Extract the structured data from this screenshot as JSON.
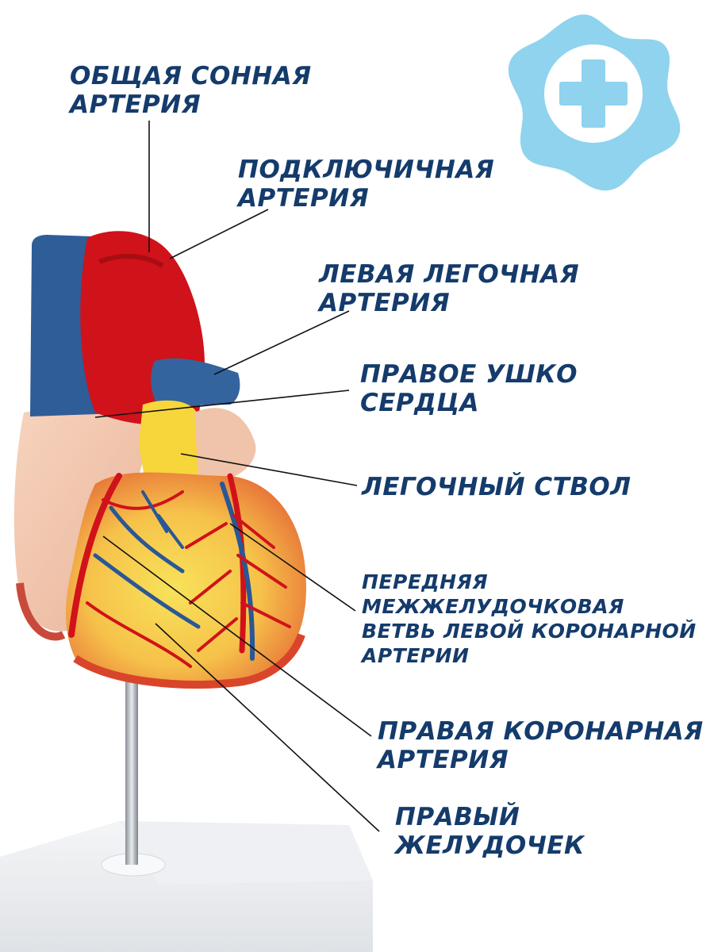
{
  "labels": {
    "carotid": "ОБЩАЯ СОННАЯ\nАРТЕРИЯ",
    "subclavian": "ПОДКЛЮЧИЧНАЯ\nАРТЕРИЯ",
    "left_pulmonary": "ЛЕВАЯ ЛЕГОЧНАЯ\nАРТЕРИЯ",
    "right_auricle": "ПРАВОЕ УШКО\nСЕРДЦА",
    "pulmonary_trunk": "ЛЕГОЧНЫЙ СТВОЛ",
    "lad": "ПЕРЕДНЯЯ\nМЕЖЖЕЛУДОЧКОВАЯ\nВЕТВЬ ЛЕВОЙ КОРОНАРНОЙ\nАРТЕРИИ",
    "rca": "ПРАВАЯ КОРОНАРНАЯ\nАРТЕРИЯ",
    "right_ventricle": "ПРАВЫЙ\nЖЕЛУДОЧЕК"
  },
  "icons": {
    "badge": "medical-plus-icon"
  },
  "colors": {
    "label_text": "#143b6b",
    "leader_line": "#111111",
    "vena_cava": "#2f5d97",
    "aorta": "#d0121a",
    "pulmonary_trunk": "#f6d63a",
    "atrium": "#f3c9b0",
    "ventricle": "#f7d84a",
    "badge": "#8fd3ee"
  }
}
